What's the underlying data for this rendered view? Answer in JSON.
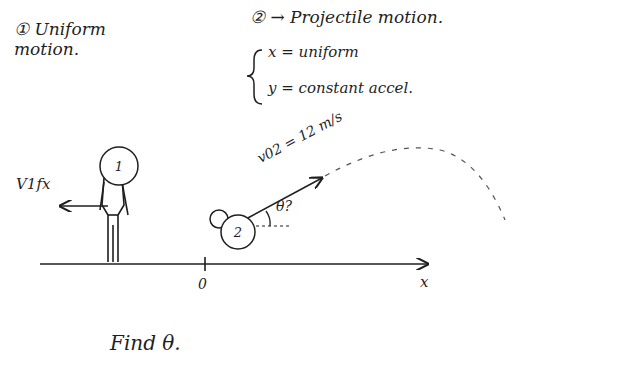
{
  "diagram": {
    "nodes": [
      {
        "text": [
          "1"
        ]
      },
      {
        "text": [
          "2"
        ]
      }
    ],
    "labels": [
      "① Uniform motion.",
      "② → Projectile motion.",
      "x = uniform",
      "y = constant accel.",
      "V1fx",
      "v02 = 12 m/s",
      "θ?",
      "0",
      "x",
      "Find θ."
    ]
  }
}
